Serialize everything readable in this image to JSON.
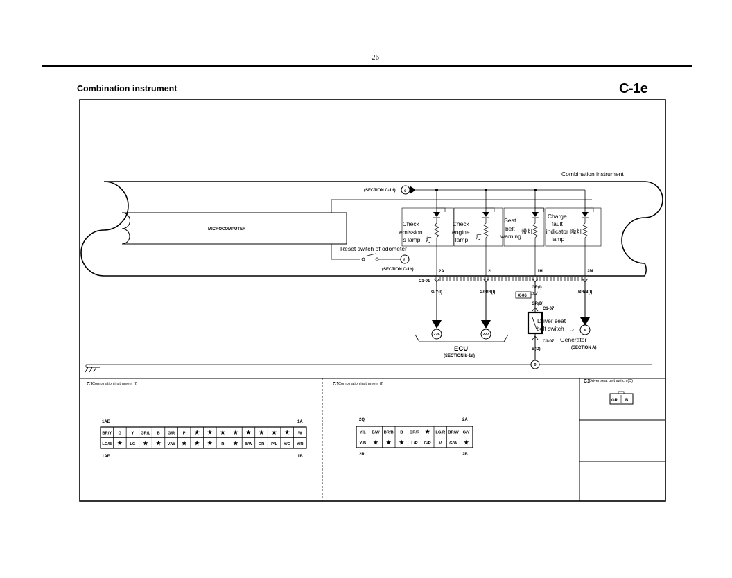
{
  "page_number": "26",
  "header": {
    "title": "Combination instrument",
    "code": "C-1e"
  },
  "diagram": {
    "combination_label": "Combination instrument",
    "microcomputer": "MICROCOMPUTER",
    "section_c1d": "(SECTION C-1d)",
    "section_c1b": "(SECTION C-1b)",
    "node_e": "e",
    "node_f": "f",
    "reset_switch": "Reset switch of odometer",
    "lamps": [
      {
        "lines": [
          "Check",
          "emission",
          "s lamp"
        ],
        "cn": "灯"
      },
      {
        "lines": [
          "Check",
          "engine",
          "lamp"
        ],
        "cn": "灯"
      },
      {
        "lines": [
          "Seat",
          "belt",
          "warning"
        ],
        "cn": "带灯"
      },
      {
        "lines": [
          "Charge",
          "fault",
          "indicator",
          "lamp"
        ],
        "cn": "障灯"
      }
    ],
    "pins": [
      "2A",
      "2I",
      "1H",
      "2M"
    ],
    "connector_c101": "C1-01",
    "wires": [
      "G/Y(I)",
      "G/R/R(I)",
      "GR(I)",
      "BR/B(I)"
    ],
    "x06": "X-06",
    "gr_d": "GR(D)",
    "c107": "C1-07",
    "driver_switch": [
      "Driver seat",
      "belt switch"
    ],
    "driver_switch_cn": "し",
    "b_d": "B(D)",
    "ecu_nodes": [
      "226",
      "227"
    ],
    "ecu": "ECU",
    "ecu_section": "(SECTION b-1d)",
    "node_6": "6",
    "generator": "Generator",
    "section_a": "(SECTION A)",
    "node_9": "9"
  },
  "connectors": {
    "c1_left": {
      "title_prefix": "C1",
      "title": "Combination instrument (I)",
      "top_left": "1AE",
      "top_right": "1A",
      "bottom_left": "1AF",
      "bottom_right": "1B",
      "row1": [
        "BR/Y",
        "G",
        "Y",
        "GR/L",
        "B",
        "G/R",
        "P",
        "★",
        "★",
        "★",
        "★",
        "★",
        "★",
        "★",
        "★",
        "W"
      ],
      "row2": [
        "LG/B",
        "★",
        "LG",
        "★",
        "★",
        "V/W",
        "★",
        "★",
        "★",
        "R",
        "★",
        "B/W",
        "GR",
        "P/L",
        "Y/G",
        "Y/R"
      ]
    },
    "c1_mid": {
      "title_prefix": "C1",
      "title": "Combination instrument (I)",
      "top_left": "2Q",
      "top_right": "2A",
      "bottom_left": "2R",
      "bottom_right": "2B",
      "row1": [
        "Y/L",
        "B/W",
        "BR/B",
        "B",
        "GR/R",
        "★",
        "LG/R",
        "BR/W",
        "G/Y"
      ],
      "row2": [
        "Y/B",
        "★",
        "★",
        "★",
        "L/R",
        "G/R",
        "V",
        "G/W",
        "★"
      ]
    },
    "c1_right": {
      "title_prefix": "C1",
      "title": "Driver seat belt switch (D)",
      "pins": [
        "GR",
        "B"
      ]
    }
  }
}
